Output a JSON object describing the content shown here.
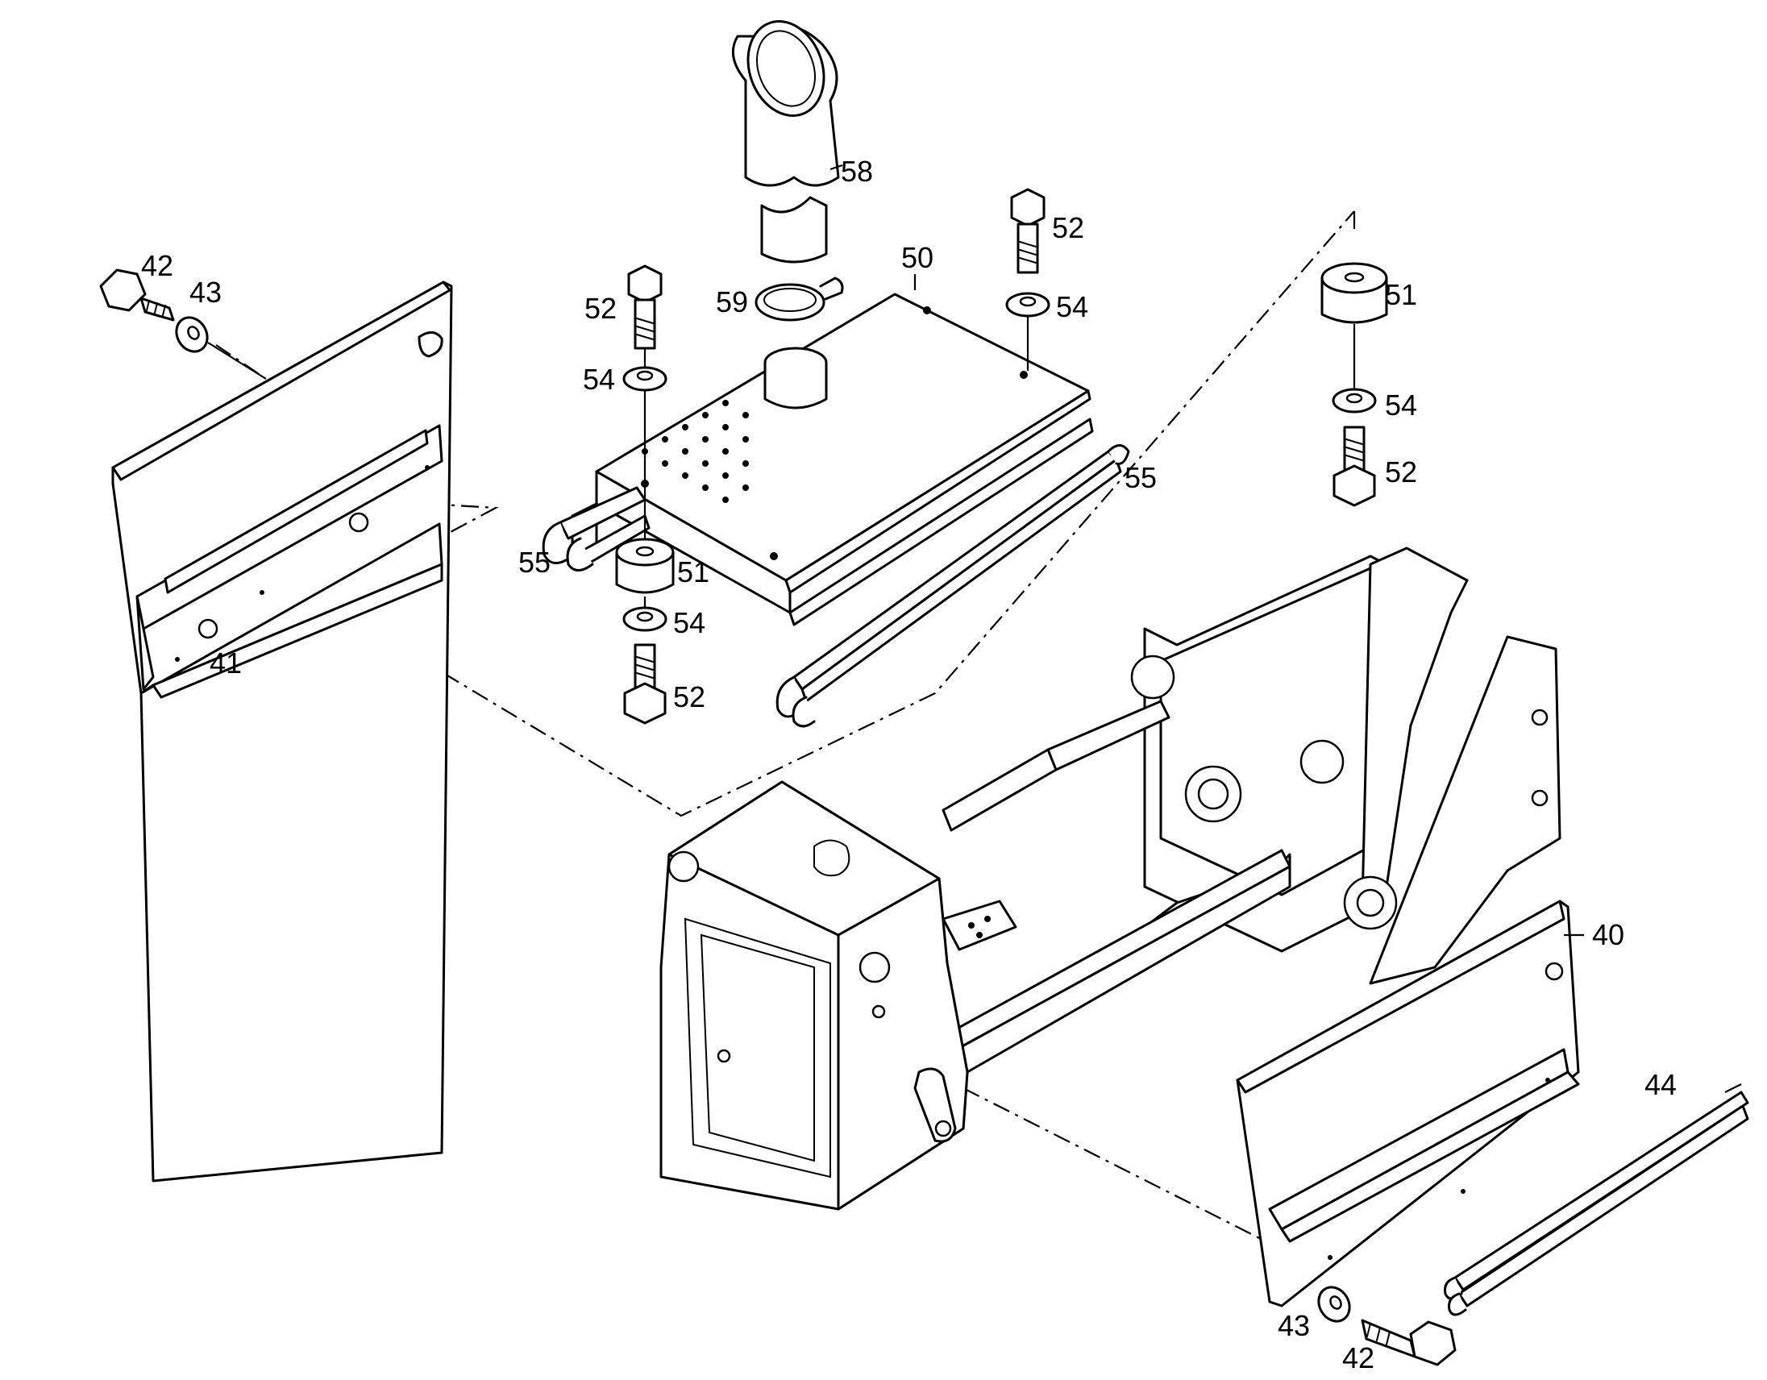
{
  "callouts": {
    "c40": "40",
    "c41": "41",
    "c42a": "42",
    "c42b": "42",
    "c43a": "43",
    "c43b": "43",
    "c44": "44",
    "c50": "50",
    "c51a": "51",
    "c51b": "51",
    "c52a": "52",
    "c52b": "52",
    "c52c": "52",
    "c52d": "52",
    "c54a": "54",
    "c54b": "54",
    "c54c": "54",
    "c54d": "54",
    "c55a": "55",
    "c55b": "55",
    "c58": "58",
    "c59": "59"
  }
}
